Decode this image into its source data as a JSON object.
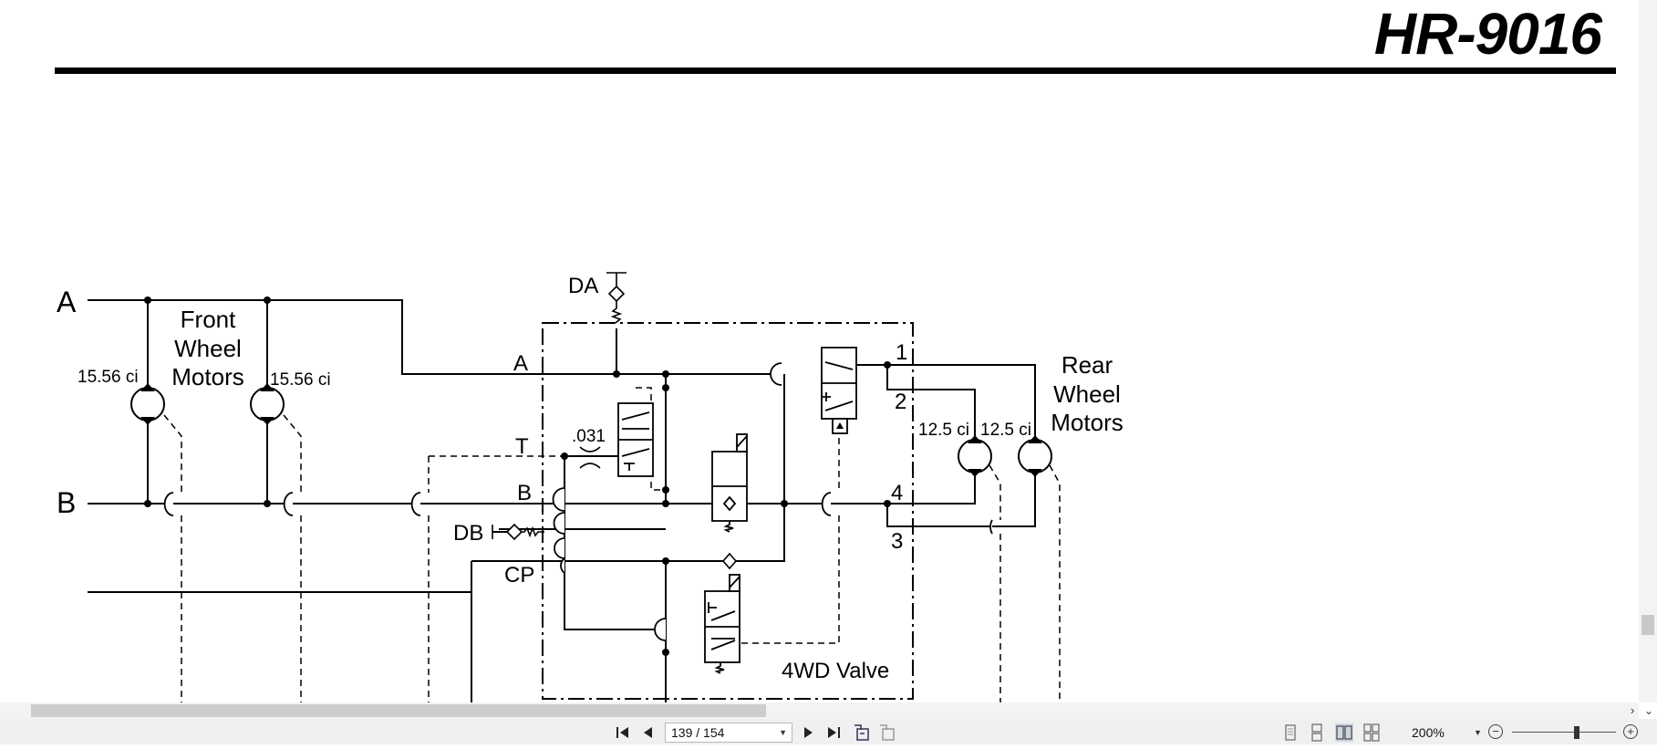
{
  "document": {
    "title": "HR-9016"
  },
  "schematic": {
    "line_a": "A",
    "line_b": "B",
    "front_motors_label": [
      "Front",
      "Wheel",
      "Motors"
    ],
    "front_motor_disp_1": "15.56 ci",
    "front_motor_disp_2": "15.56 ci",
    "rear_motors_label": [
      "Rear",
      "Wheel",
      "Motors"
    ],
    "rear_motor_disp_1": "12.5 ci",
    "rear_motor_disp_2": "12.5 ci",
    "port_da": "DA",
    "port_db": "DB",
    "port_a": "A",
    "port_t": "T",
    "port_b": "B",
    "port_cp": "CP",
    "orifice": ".031",
    "port_1": "1",
    "port_2": "2",
    "port_3": "3",
    "port_4": "4",
    "valve_label": "4WD Valve"
  },
  "toolbar": {
    "page_indicator": "139 / 154",
    "zoom_level": "200%",
    "first_page_icon": "first-page-icon",
    "prev_page_icon": "prev-page-icon",
    "next_page_icon": "next-page-icon",
    "last_page_icon": "last-page-icon"
  }
}
